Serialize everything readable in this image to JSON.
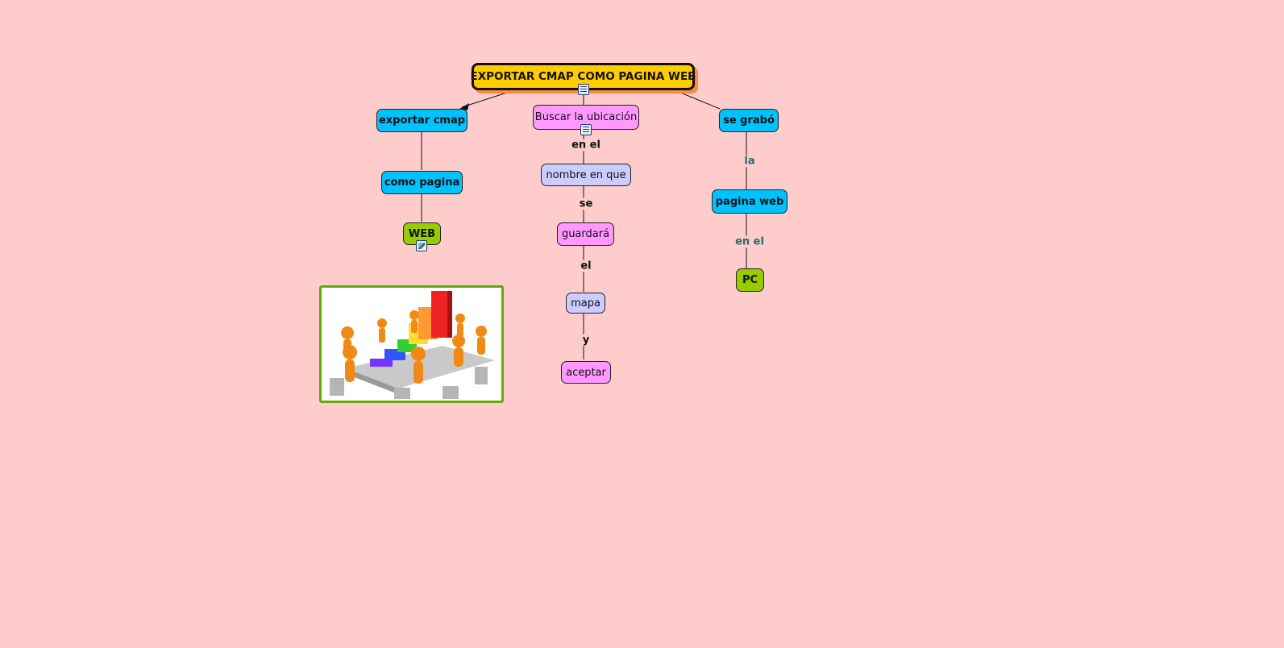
{
  "background": "#ffcccc",
  "root": {
    "label": "EXPORTAR CMAP COMO PAGINA WEB",
    "color": "#ffcc00"
  },
  "left_branch": {
    "n1": "exportar cmap",
    "n2": "como pagina",
    "n3": "WEB"
  },
  "middle_branch": {
    "n1": "Buscar la ubicación",
    "link1": "en el",
    "n2": "nombre en que",
    "link2": "se",
    "n3": "guardará",
    "link3": "el",
    "n4": "mapa",
    "link4": "y",
    "n5": "aceptar"
  },
  "right_branch": {
    "n1": "se grabó",
    "link1": "la",
    "n2": "pagina web",
    "link2": "en el",
    "n3": "PC"
  },
  "colors": {
    "blue": "#00c2ff",
    "pink": "#ff99ff",
    "lavender": "#ccccff",
    "green": "#99cc00",
    "link_text_teal": "#1f6f6f"
  },
  "icons": [
    "document-resource-icon",
    "image-resource-icon"
  ],
  "picture": "meeting-bar-chart-illustration"
}
